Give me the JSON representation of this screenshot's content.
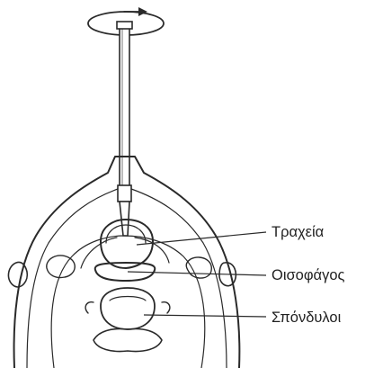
{
  "labels": {
    "trachea": "Τραχεία",
    "esophagus": "Οισοφάγος",
    "vertebrae": "Σπόνδυλοι"
  },
  "icons": {
    "rotation": "rotation-arrow-icon"
  },
  "colors": {
    "ink": "#2a2a2a",
    "background": "#ffffff"
  }
}
